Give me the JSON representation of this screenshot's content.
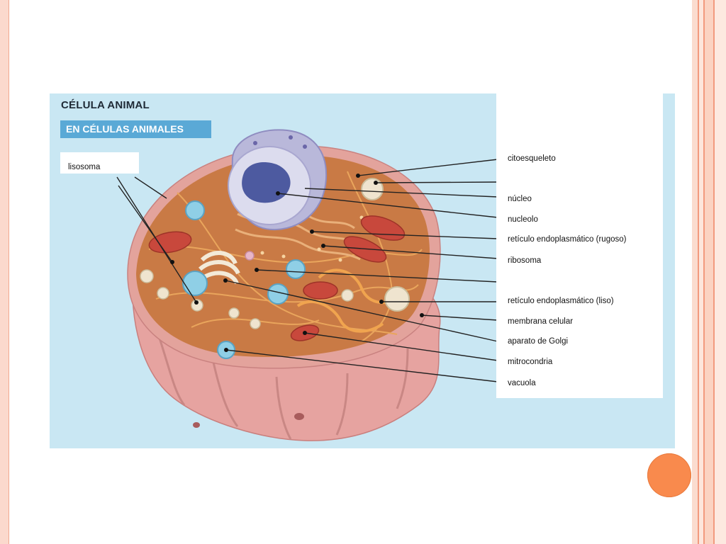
{
  "figure": {
    "title": "CÉLULA ANIMAL",
    "subtitle": "EN CÉLULAS ANIMALES",
    "lisosoma_label": "lisosoma",
    "labels": [
      "citoesqueleto",
      "núcleo",
      "nucleolo",
      "retículo endoplasmático (rugoso)",
      "ribosoma",
      "retículo endoplasmático (liso)",
      "membrana celular",
      "aparato de Golgi",
      "mitrocondria",
      "vacuola"
    ]
  },
  "colors": {
    "figure_background": "#c9e7f3",
    "subtitle_bar": "#5aa9d6",
    "membrane": "#e6a3a0",
    "cytoplasm": "#c97a45",
    "nucleus": "#b9b8da",
    "mitochondria": "#c8483c",
    "decor_circle": "#f98a4d"
  }
}
